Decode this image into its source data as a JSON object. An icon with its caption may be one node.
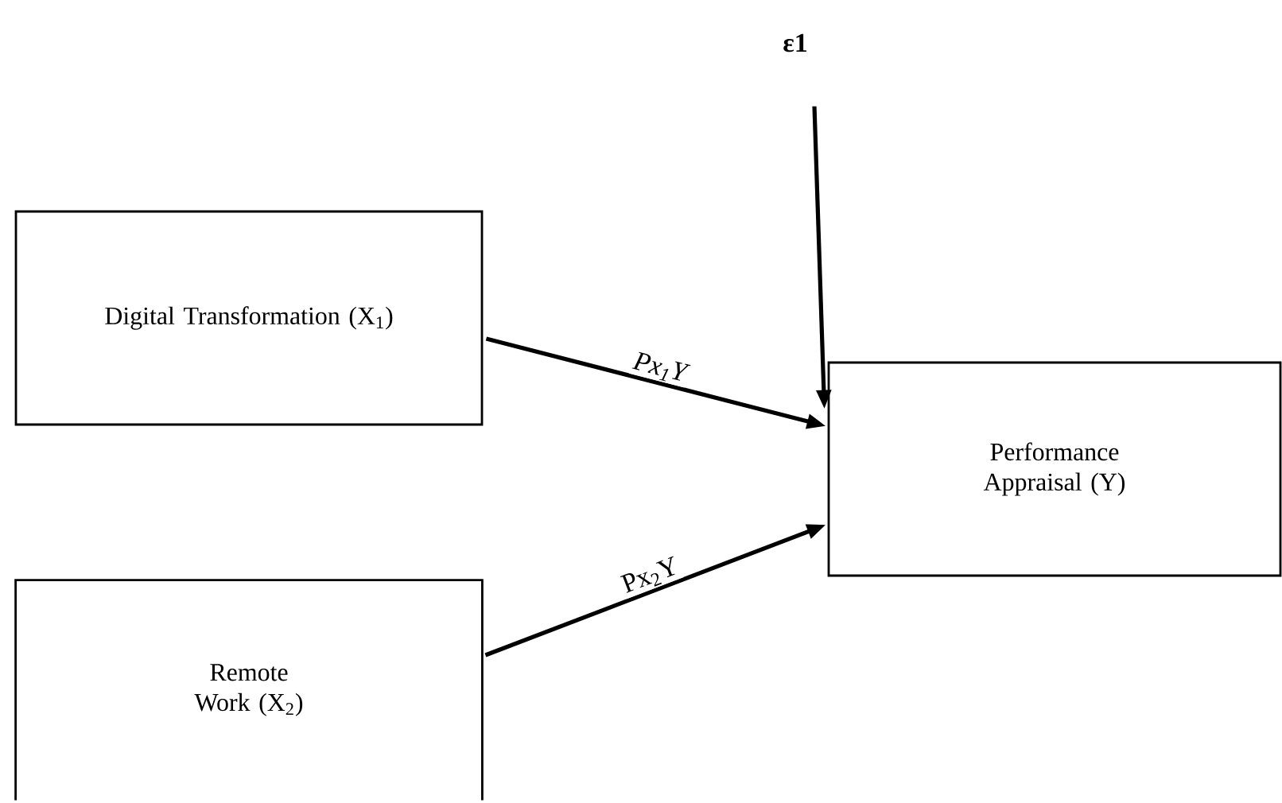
{
  "diagram": {
    "nodes": [
      {
        "text": [
          "Digital Transformation (X$_{1}$)"
        ]
      },
      {
        "text": [
          "Performance Appraisal (Y)"
        ]
      },
      {
        "text": [
          "Remote Work (X$_{2}$)"
        ]
      },
      {
        "text": [
          "ε1"
        ]
      }
    ],
    "edges": [
      {
        "from": 0,
        "to": 1,
        "arrow": "to",
        "label": "Px$_{1}$Y"
      },
      {
        "from": 2,
        "to": 1,
        "arrow": "to",
        "label": "Px$_{2}$Y"
      },
      {
        "from": 3,
        "to": 1,
        "arrow": "to"
      }
    ]
  }
}
